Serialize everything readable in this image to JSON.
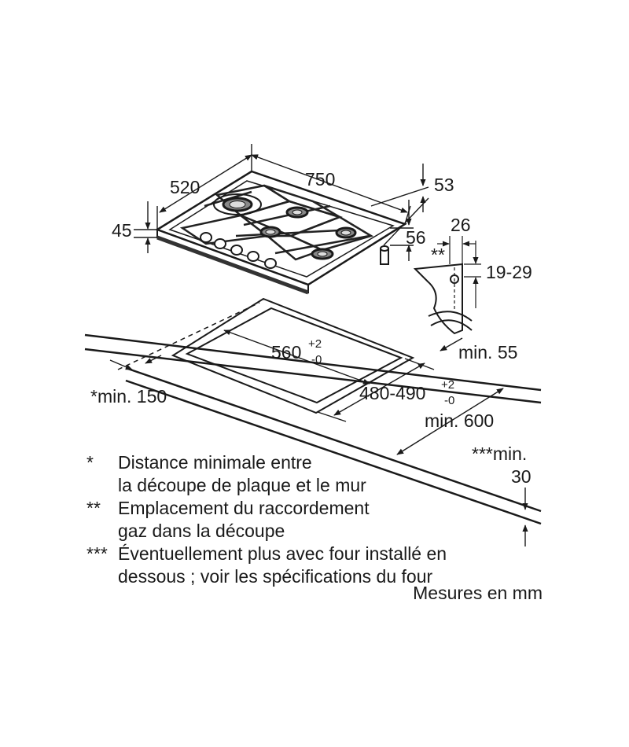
{
  "dimensions": {
    "width": "750",
    "depth": "520",
    "height": "45",
    "gas_offset_top": "53",
    "gas_offset_side": "56",
    "gas_marker": "**",
    "bracket_width": "26",
    "bracket_thickness": "19-29",
    "front_clearance": "min. 55",
    "cutout_width": "560",
    "cutout_width_tol_plus": "+2",
    "cutout_width_tol_minus": "-0",
    "cutout_depth": "480-490",
    "cutout_depth_tol_plus": "+2",
    "cutout_depth_tol_minus": "-0",
    "wall_distance": "*min. 150",
    "worktop_depth": "min. 600",
    "oven_clearance_line1": "***min.",
    "oven_clearance_line2": "30"
  },
  "legend": [
    {
      "mark": "*",
      "lines": [
        "Distance minimale entre",
        "la découpe de plaque et le mur"
      ]
    },
    {
      "mark": "**",
      "lines": [
        "Emplacement du raccordement",
        "gaz dans la découpe"
      ]
    },
    {
      "mark": "***",
      "lines": [
        "Éventuellement plus avec four installé en",
        "dessous ; voir les spécifications du four"
      ]
    }
  ],
  "units_note": "Mesures en mm"
}
